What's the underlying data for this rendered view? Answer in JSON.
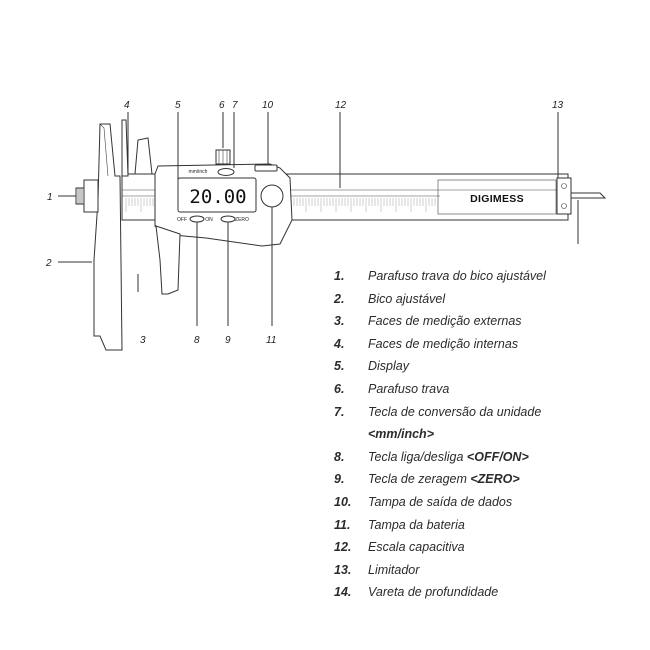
{
  "diagram": {
    "callouts": {
      "c1": "1",
      "c2": "2",
      "c3": "3",
      "c4": "4",
      "c5": "5",
      "c6": "6",
      "c7": "7",
      "c8": "8",
      "c9": "9",
      "c10": "10",
      "c11": "11",
      "c12": "12",
      "c13": "13"
    },
    "display_reading": "20.00",
    "unit_button_label": "mm/inch",
    "off_on_label_off": "OFF",
    "off_on_label_on": "ON",
    "zero_label": "ZERO",
    "brand": "DIGIMESS"
  },
  "legend": [
    {
      "num": "1.",
      "text": "Parafuso trava do bico ajustável"
    },
    {
      "num": "2.",
      "text": "Bico ajustável"
    },
    {
      "num": "3.",
      "text": "Faces de medição externas"
    },
    {
      "num": "4.",
      "text": "Faces de medição internas"
    },
    {
      "num": "5.",
      "text": "Display"
    },
    {
      "num": "6.",
      "text": "Parafuso trava"
    },
    {
      "num": "7.",
      "text": "Tecla de conversão da unidade",
      "sub": "<mm/inch>"
    },
    {
      "num": "8.",
      "text": "Tecla liga/desliga ",
      "code": "<OFF/ON>"
    },
    {
      "num": "9.",
      "text": "Tecla de zeragem ",
      "code": "<ZERO>"
    },
    {
      "num": "10.",
      "text": "Tampa de saída de dados"
    },
    {
      "num": "11.",
      "text": "Tampa da bateria"
    },
    {
      "num": "12.",
      "text": "Escala capacitiva"
    },
    {
      "num": "13.",
      "text": "Limitador"
    },
    {
      "num": "14.",
      "text": "Vareta de profundidade"
    }
  ]
}
